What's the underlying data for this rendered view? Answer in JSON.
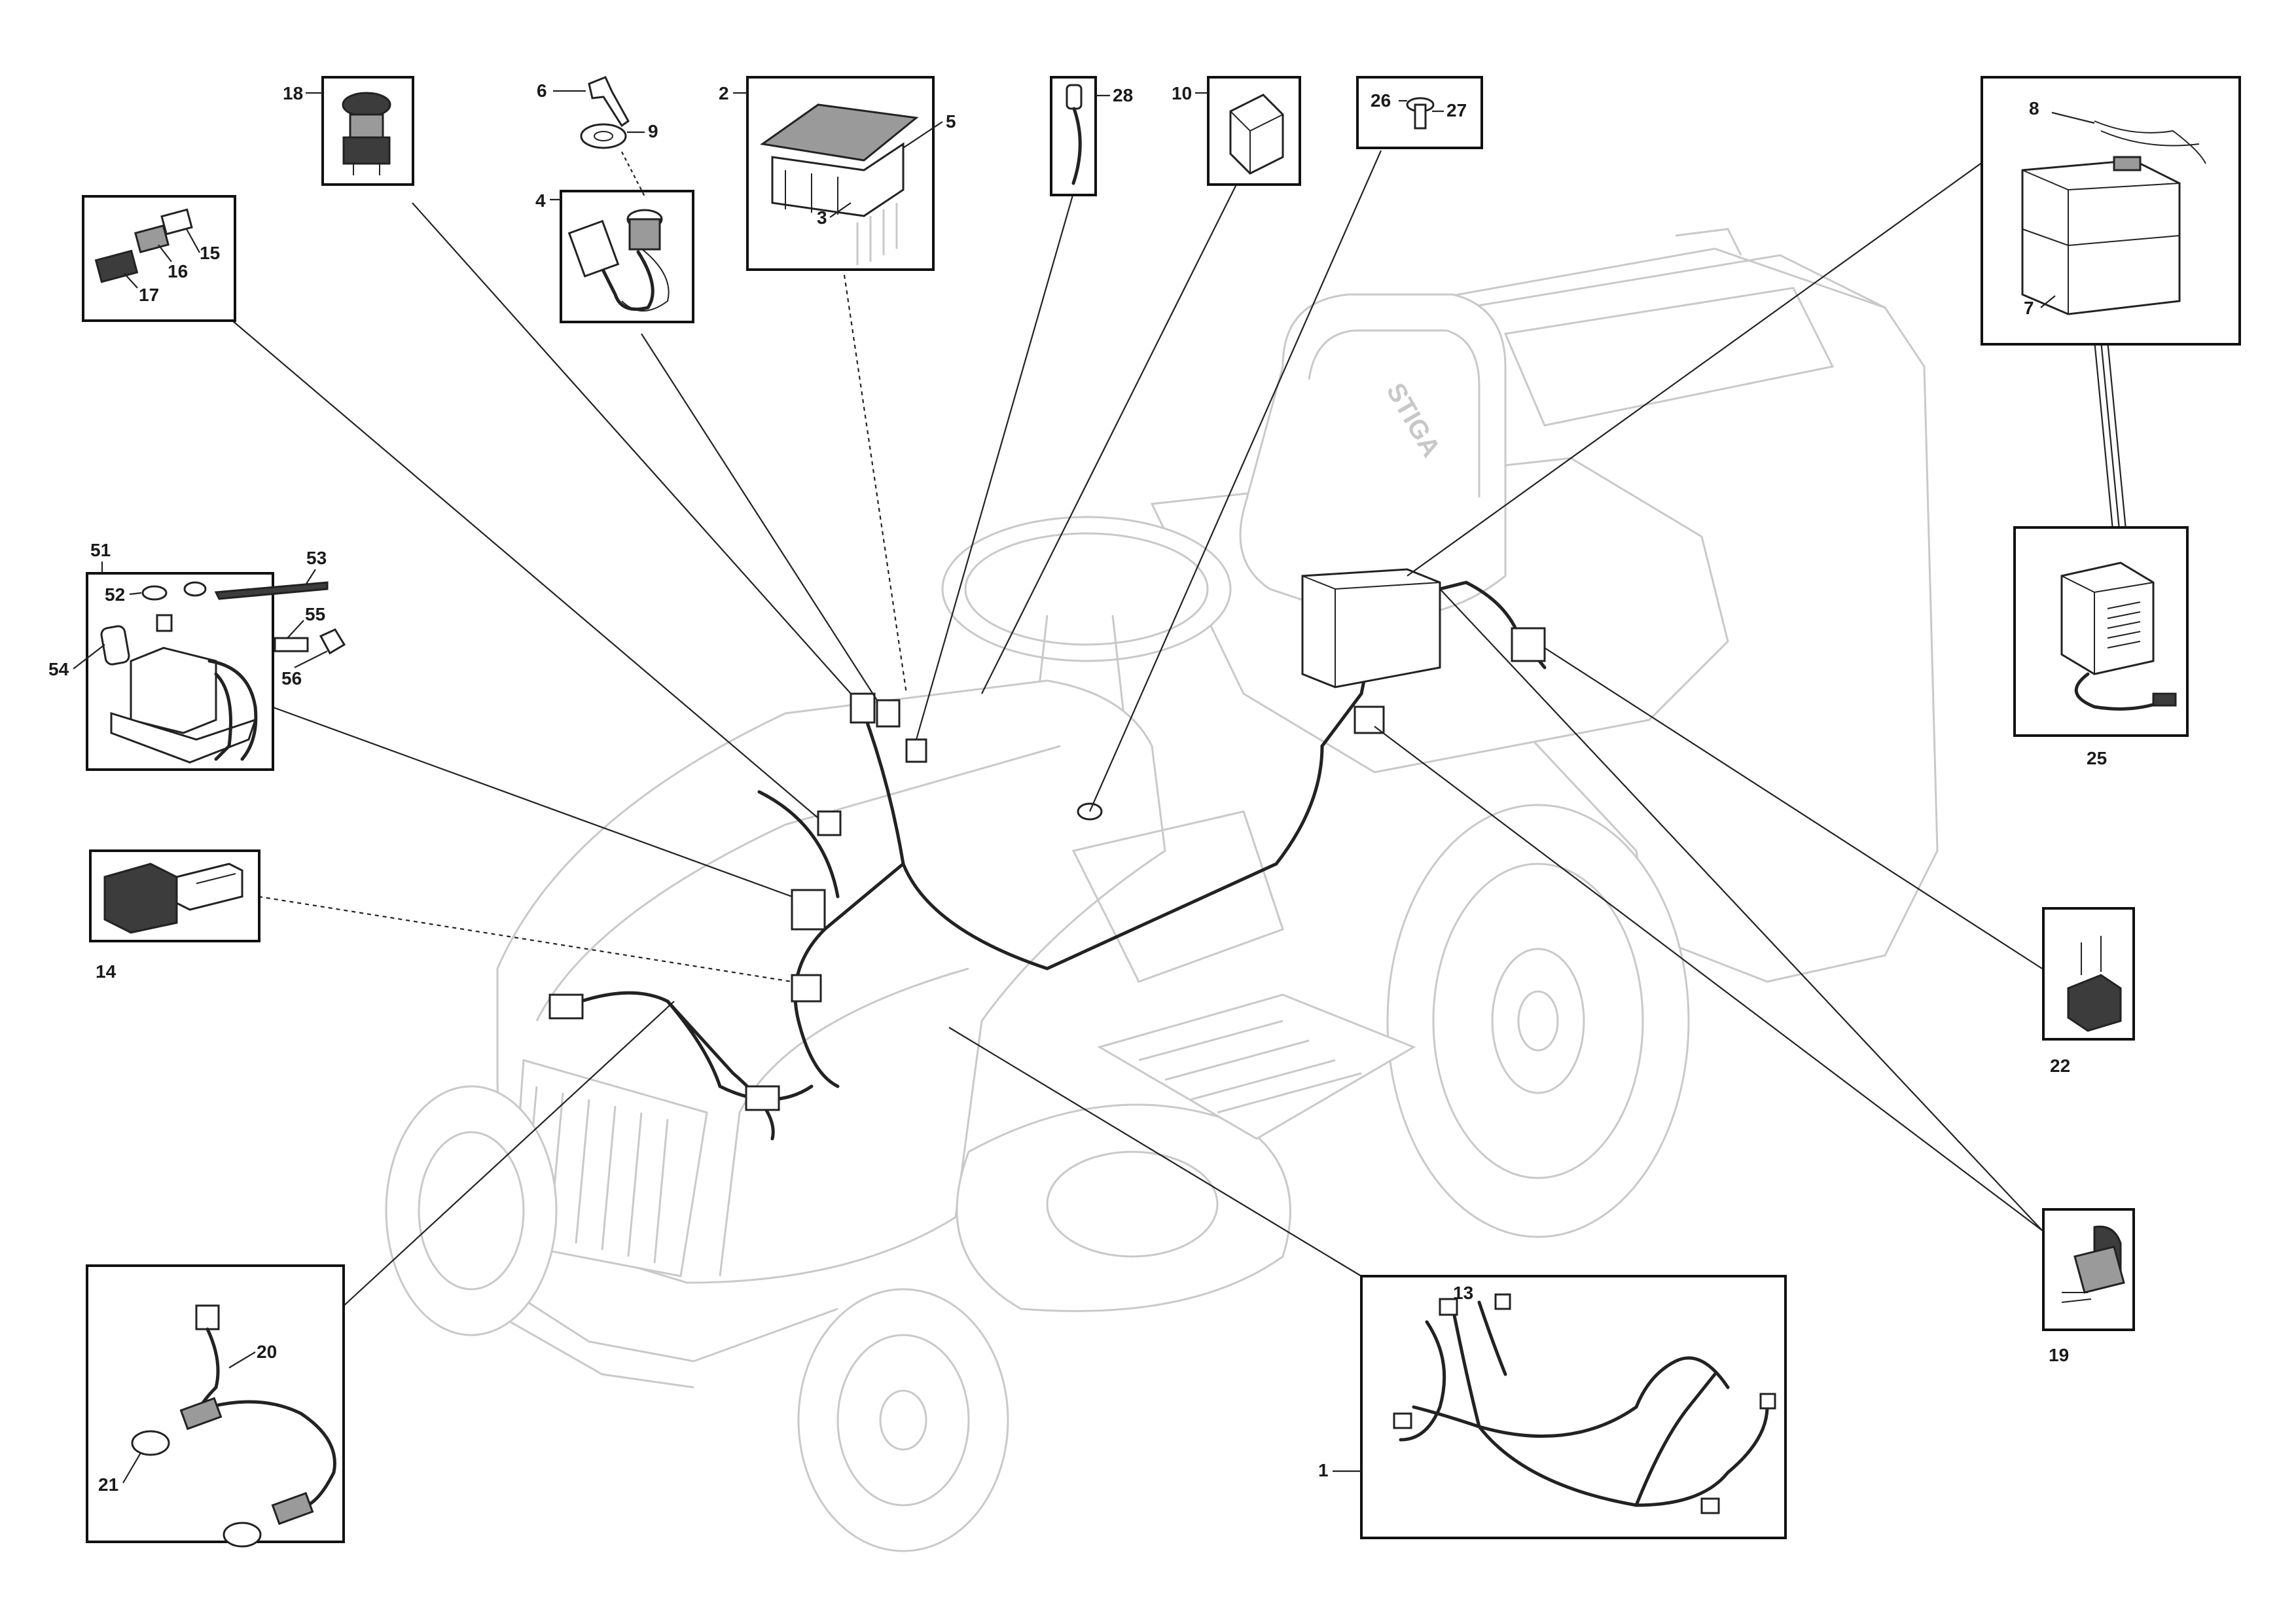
{
  "brand": "STIGA",
  "callouts": {
    "c1": "1",
    "c2": "2",
    "c3": "3",
    "c4": "4",
    "c5": "5",
    "c6": "6",
    "c7": "7",
    "c8": "8",
    "c9": "9",
    "c10": "10",
    "c13": "13",
    "c14": "14",
    "c15": "15",
    "c16": "16",
    "c17": "17",
    "c18": "18",
    "c19": "19",
    "c20": "20",
    "c21": "21",
    "c22": "22",
    "c25": "25",
    "c26": "26",
    "c27": "27",
    "c28": "28",
    "c51": "51",
    "c52": "52",
    "c53": "53",
    "c54": "54",
    "c55": "55",
    "c56": "56"
  }
}
